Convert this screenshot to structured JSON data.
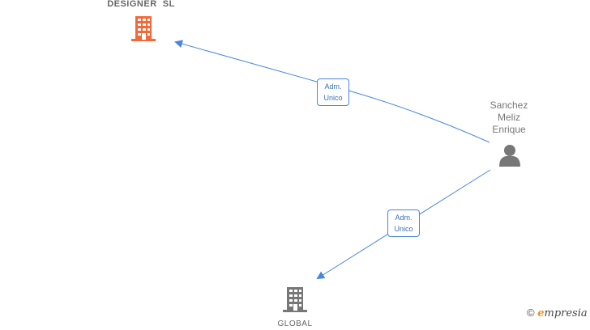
{
  "nodes": {
    "company_top": {
      "label": "DESIGNER  SL",
      "icon": "building-icon",
      "color": "#f26a3a"
    },
    "person": {
      "label_lines": [
        "Sanchez",
        "Meliz",
        "Enrique"
      ],
      "icon": "person-icon",
      "color": "#777777"
    },
    "company_bottom": {
      "label": "GLOBAL",
      "icon": "building-icon",
      "color": "#777777"
    }
  },
  "edges": [
    {
      "from": "person",
      "to": "company_top",
      "label_lines": [
        "Adm.",
        "Unico"
      ]
    },
    {
      "from": "person",
      "to": "company_bottom",
      "label_lines": [
        "Adm.",
        "Unico"
      ]
    }
  ],
  "edge_color": "#4a86d8",
  "watermark": {
    "symbol": "©",
    "brand_initial": "e",
    "brand_rest": "mpresia"
  }
}
